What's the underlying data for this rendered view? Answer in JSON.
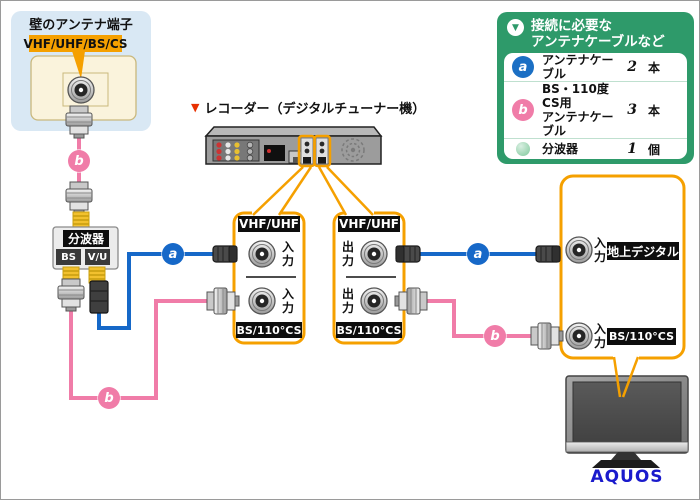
{
  "colors": {
    "orange": "#F5A000",
    "cable_blue": "#1668C8",
    "cable_pink": "#F07CA8",
    "legend_green": "#2E9A6A",
    "wall_box_bg": "#D9E8F4",
    "wall_plate_bg": "#FAF3DC",
    "label_bg": "#0D0D0D",
    "recorder_marker_red": "#E83000",
    "aquos_blue": "#1A1ACC",
    "cable_yellow": "#F2C12E"
  },
  "wall": {
    "title": "壁のアンテナ端子",
    "label": "VHF/UHF/BS/CS"
  },
  "recorder": {
    "marker": "▼",
    "title": "レコーダー（デジタルチューナー機）"
  },
  "splitter": {
    "label": "分波器",
    "out_left": "BS",
    "out_right": "V/U"
  },
  "boxes": {
    "input": {
      "top": "VHF/UHF",
      "port1": "入力",
      "port2": "入力",
      "bottom": "BS/110°CS"
    },
    "output": {
      "top": "VHF/UHF",
      "port1": "出力",
      "port2": "出力",
      "bottom": "BS/110°CS"
    }
  },
  "tv_box": {
    "port1": "入力",
    "label1": "地上デジタル",
    "port2": "入力",
    "label2": "BS/110°CS"
  },
  "tv": {
    "brand": "AQUOS"
  },
  "markers": {
    "a": "a",
    "b": "b"
  },
  "icons": {
    "legend_header": "▼"
  },
  "legend": {
    "title_line1": "接続に必要な",
    "title_line2": "アンテナケーブルなど",
    "items": [
      {
        "marker": "a",
        "label": "アンテナケーブル",
        "count": "2",
        "unit": "本"
      },
      {
        "marker": "b",
        "label_line1": "BS・110度CS用",
        "label_line2": "アンテナケーブル",
        "count": "3",
        "unit": "本"
      },
      {
        "marker": "splitter-dot",
        "label": "分波器",
        "count": "1",
        "unit": "個"
      }
    ]
  }
}
